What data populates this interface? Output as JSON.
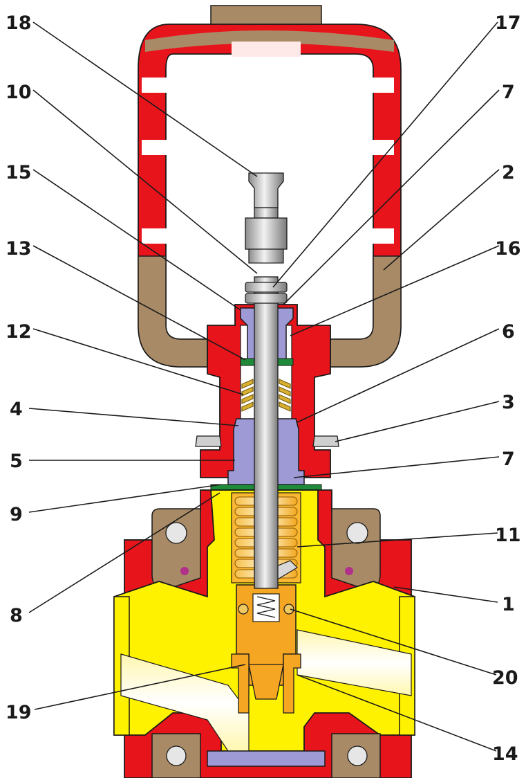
{
  "diagram": {
    "labels": {
      "l1": "1",
      "l2": "2",
      "l3": "3",
      "l4": "4",
      "l5": "5",
      "l6": "6",
      "l7a": "7",
      "l7b": "7",
      "l8": "8",
      "l9": "9",
      "l10": "10",
      "l11": "11",
      "l12": "12",
      "l13": "13",
      "l14": "14",
      "l15": "15",
      "l16": "16",
      "l17": "17",
      "l18": "18",
      "l19": "19",
      "l20": "20"
    },
    "colors": {
      "body_red": "#e8141c",
      "bronze": "#a88a66",
      "flow_yellow": "#fff200",
      "pale_yellow": "#fffbb0",
      "bellows_orange": "#f9b830",
      "plug_orange": "#f5a623",
      "lavender": "#9e9ad6",
      "steel": "#c8c8c8",
      "gasket_green": "#1e8a3a",
      "spring_gold": "#d8b030",
      "outline": "#1a1a1a"
    }
  }
}
